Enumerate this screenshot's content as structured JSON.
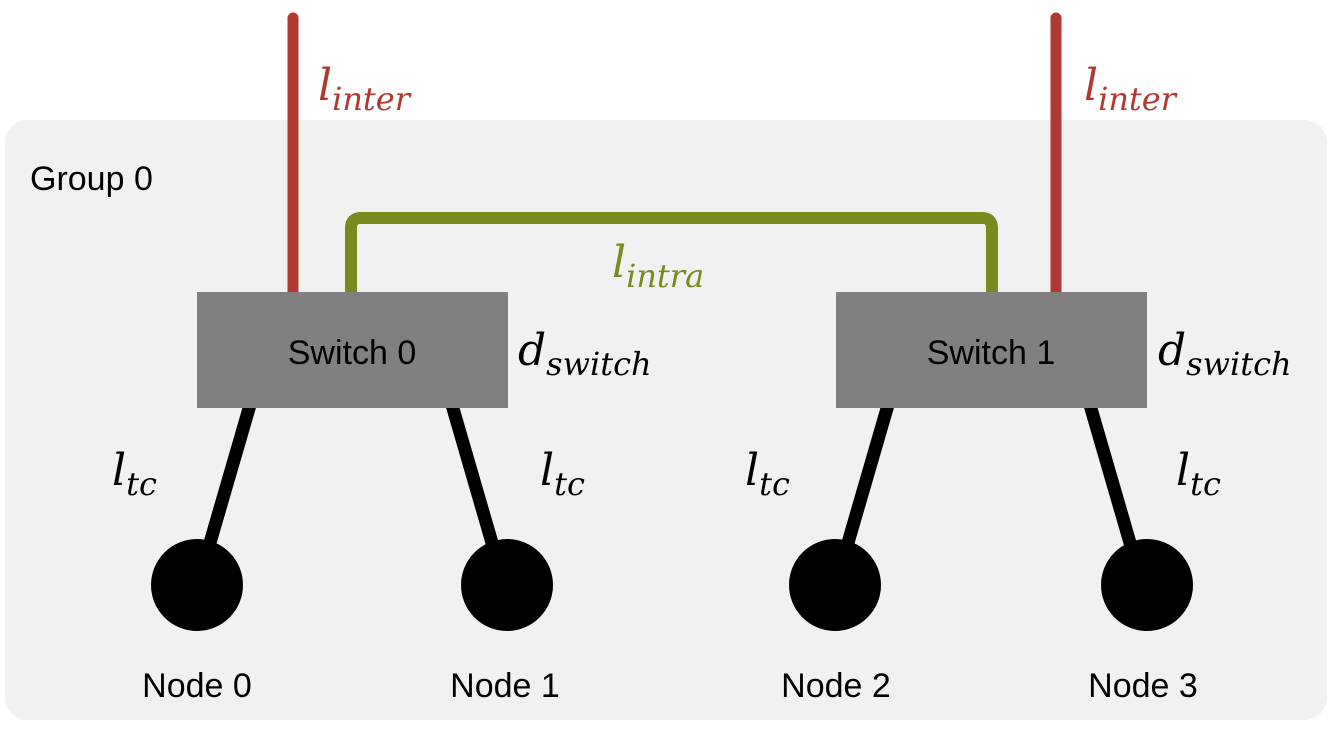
{
  "group": {
    "label": "Group 0"
  },
  "switches": [
    {
      "label": "Switch 0",
      "delay_base": "d",
      "delay_sub": "switch"
    },
    {
      "label": "Switch 1",
      "delay_base": "d",
      "delay_sub": "switch"
    }
  ],
  "nodes": [
    {
      "label": "Node 0"
    },
    {
      "label": "Node 1"
    },
    {
      "label": "Node 2"
    },
    {
      "label": "Node 3"
    }
  ],
  "links": {
    "inter": {
      "base": "l",
      "sub": "inter",
      "color": "#b03a32"
    },
    "intra": {
      "base": "l",
      "sub": "intra",
      "color": "#7a8a1e"
    },
    "tc": {
      "base": "l",
      "sub": "tc",
      "color": "#000000"
    }
  },
  "colors": {
    "group_bg": "#f1f1f1",
    "switch_fill": "#808080",
    "node_fill": "#000000"
  }
}
